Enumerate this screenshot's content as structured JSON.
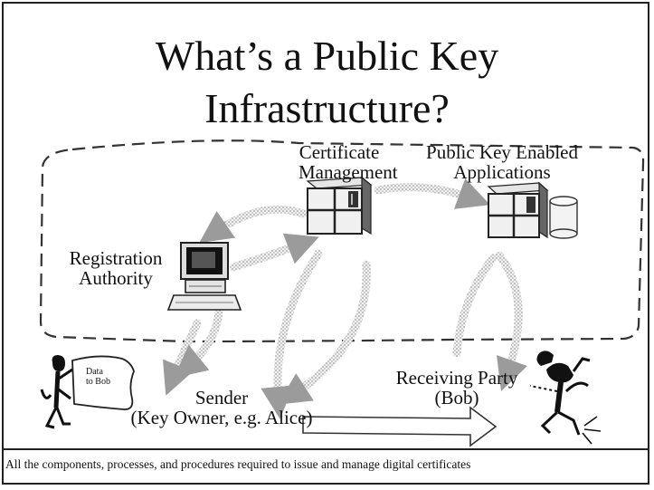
{
  "title_line1": "What’s a Public Key",
  "title_line2": "Infrastructure?",
  "labels": {
    "certificate_management": [
      "Certificate",
      "Management"
    ],
    "pk_enabled_apps": [
      "Public Key Enabled",
      "Applications"
    ],
    "registration_authority": [
      "Registration",
      "Authority"
    ],
    "sender": [
      "Sender",
      "(Key Owner, e.g. Alice)"
    ],
    "receiving_party": [
      "Receiving Party",
      "(Bob)"
    ],
    "data_to_bob": [
      "Data",
      "to Bob"
    ]
  },
  "caption": "All the components, processes, and procedures required to issue and manage digital certificates"
}
